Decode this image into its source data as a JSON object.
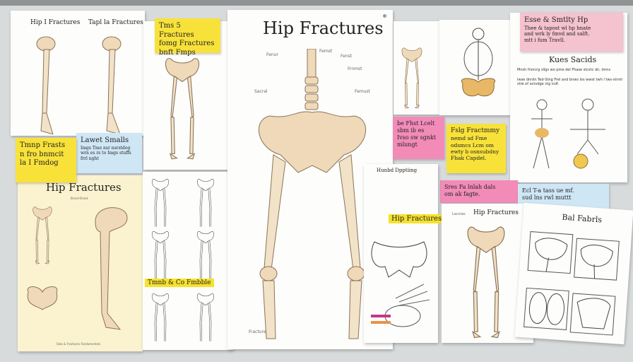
{
  "board": {
    "paper_a": {
      "title_left": "Hip I Fractures",
      "title_right": "Tapl la Fractures"
    },
    "note_yellow_1": {
      "lines": [
        "Tms 5 Fractures",
        "fomg Fractures",
        "bnft Fmps"
      ]
    },
    "note_yellow_2": {
      "lines": [
        "Tmnp Frasts",
        "n fro bnmcit",
        "la I Fmdog"
      ]
    },
    "note_blue_1": {
      "title": "Lawet Smalls",
      "body": "Imgs Tme nsr nsrstdog wrn es rs to Imgs stuffs frrl nght"
    },
    "cream_poster": {
      "title": "Hip Fractures",
      "subtitle": "Brand Brank",
      "footer": "Fabs & Fractures Fandamentals"
    },
    "pelvis_sheet": {
      "label": "Tmnb & Co Fmbble"
    },
    "main_poster": {
      "title": "Hip Fractures",
      "labels": [
        "Fenur",
        "Femst",
        "Fenst",
        "Frnmst",
        "Sacral",
        "Femust",
        "Fracture"
      ]
    },
    "pink_header": {
      "lines": [
        "Esse & Smtlty Hp",
        "Thee & tapost wl hp hnate",
        "and wrk ly fmvd and salft.",
        "mtt i fum Travll."
      ]
    },
    "kues_sheet": {
      "title": "Kues Sacids",
      "bullets": [
        "Mnsh frsncrg sllgs wo pme del Fhase stcstc dn, tmns",
        "Iwse dnrdn Ted-Stng Frel and bnws los wwst twh I tws-strvtr stre of octvdge ctg icdf."
      ]
    },
    "note_pink_1": {
      "lines": [
        "be Fhst Lcelt",
        "sbm ib es",
        "Ivso sw sgnkt",
        "mlungt"
      ]
    },
    "note_yellow_3": {
      "lines": [
        "Fslg Fractmmy",
        "nemd sd Fme",
        "odsmcs Lcm om",
        "ewty b osnsubdny",
        "Fhak Capdel."
      ]
    },
    "note_pink_2": {
      "lines": [
        "Sres Fa lnlah dals",
        "om ak fagte."
      ]
    },
    "note_blue_2": {
      "lines": [
        "Ecl T-a tass ue mf.",
        "sud lns rwl muttt"
      ]
    },
    "sheet_hunbd": {
      "title": "Hunbd Dpptiing",
      "tape": "Hip Fractures"
    },
    "sheet_hip2": {
      "title": "Hip Fractures",
      "prefix": "Lacvias"
    },
    "sheet_bal": {
      "title": "Bal Fabrls"
    }
  },
  "colors": {
    "yellow": "#f8e23a",
    "pink": "#f28bb8",
    "light_pink": "#f5c2cf",
    "blue": "#cfe6f5",
    "bone": "#efd9b8"
  }
}
